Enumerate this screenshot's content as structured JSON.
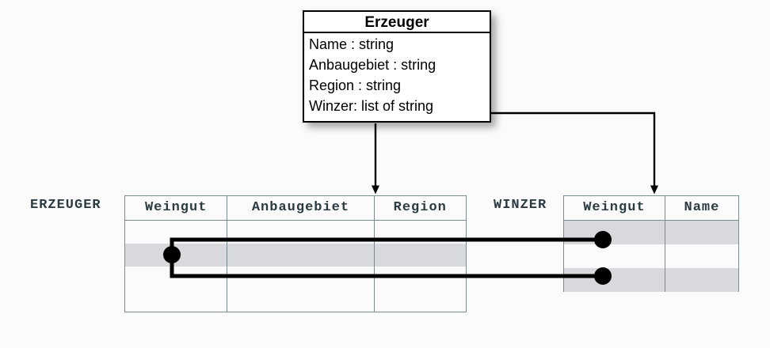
{
  "diagram": {
    "title_text": "Erzeuger",
    "background_color": "#fbfbfb",
    "line_color": "#000000",
    "table_border_color": "#7c8b90",
    "label_color": "#2b3b42",
    "row_highlight_color": "#d8d9dd"
  },
  "uml_class": {
    "name": "Erzeuger",
    "attributes": [
      "Name : string",
      "Anbaugebiet : string",
      "Region : string",
      "Winzer: list of string"
    ]
  },
  "tables": [
    {
      "label": "ERZEUGER",
      "columns": [
        "Weingut",
        "Anbaugebiet",
        "Region"
      ],
      "row_count": 4,
      "highlighted_rows": [
        2
      ]
    },
    {
      "label": "WINZER",
      "columns": [
        "Weingut",
        "Name"
      ],
      "row_count": 3,
      "highlighted_rows": [
        1,
        3
      ]
    }
  ],
  "connectors": {
    "arrow_to_erzeuger_label": "Region",
    "arrow_to_winzer_label": "Weingut",
    "link_count": 2
  }
}
